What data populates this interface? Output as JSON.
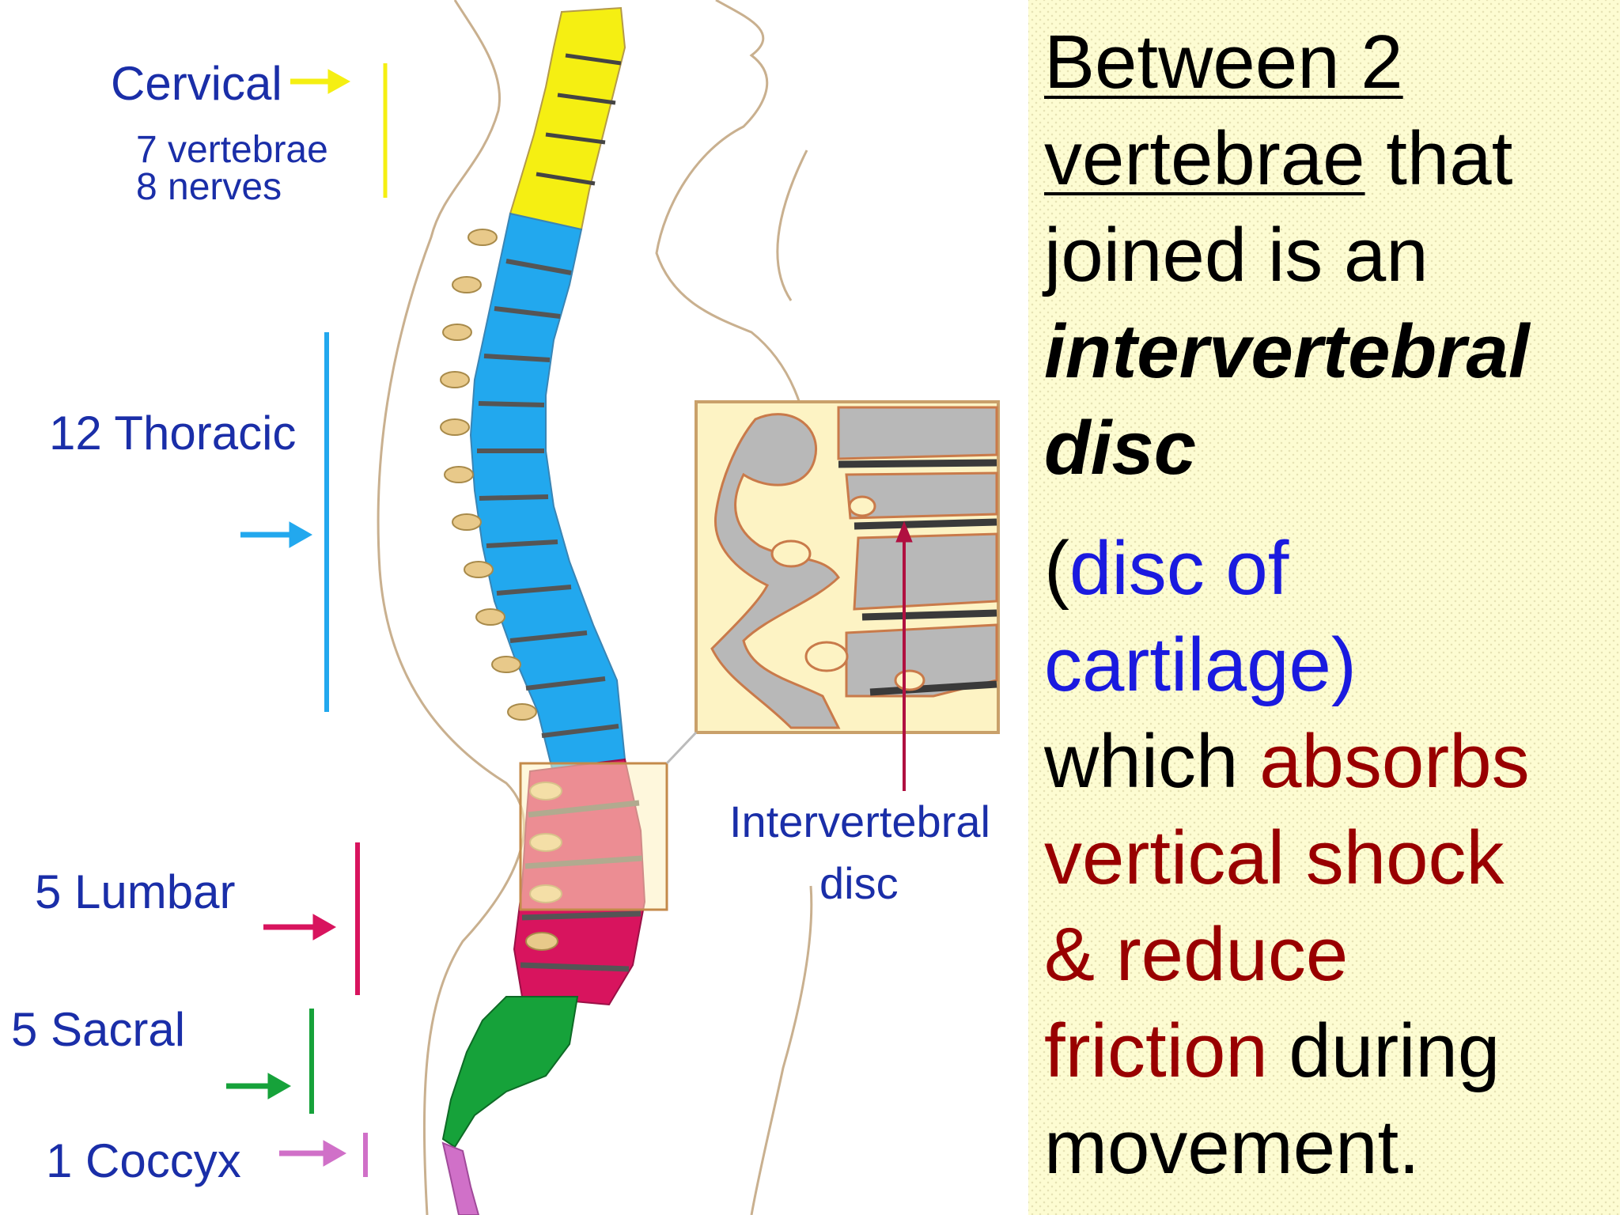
{
  "labels": {
    "cervical": "Cervical",
    "cervical_vertebrae": "7 vertebrae",
    "cervical_nerves": "8 nerves",
    "thoracic": "12 Thoracic",
    "lumbar": "5 Lumbar",
    "sacral": "5 Sacral",
    "coccyx": "1 Coccyx",
    "disc_line1": "Intervertebral",
    "disc_line2": "disc"
  },
  "text": {
    "line1": "Between 2",
    "line2_underlined": "vertebrae",
    "line2_rest": " that",
    "line3": "joined is an",
    "line4": "intervertebral",
    "line5": "disc",
    "paren_open": "(",
    "blue_part1": "disc of",
    "blue_part2": "cartilage)",
    "which": "which ",
    "red_part1": "absorbs",
    "red_part2": "vertical shock",
    "red_part3": "& reduce",
    "red_part4": "friction",
    "during": " during",
    "movement": "movement."
  },
  "colors": {
    "cervical": "#f5ef12",
    "thoracic": "#22a8ee",
    "lumbar": "#d8145e",
    "sacral": "#16a23a",
    "coccyx": "#d070c8",
    "label_text": "#1a2ea8",
    "disc_label": "#1a2ea8",
    "disc_arrow": "#b01040",
    "panel_bg": "#fdfcd2",
    "blue_text": "#1a1adf",
    "red_text": "#990000"
  }
}
